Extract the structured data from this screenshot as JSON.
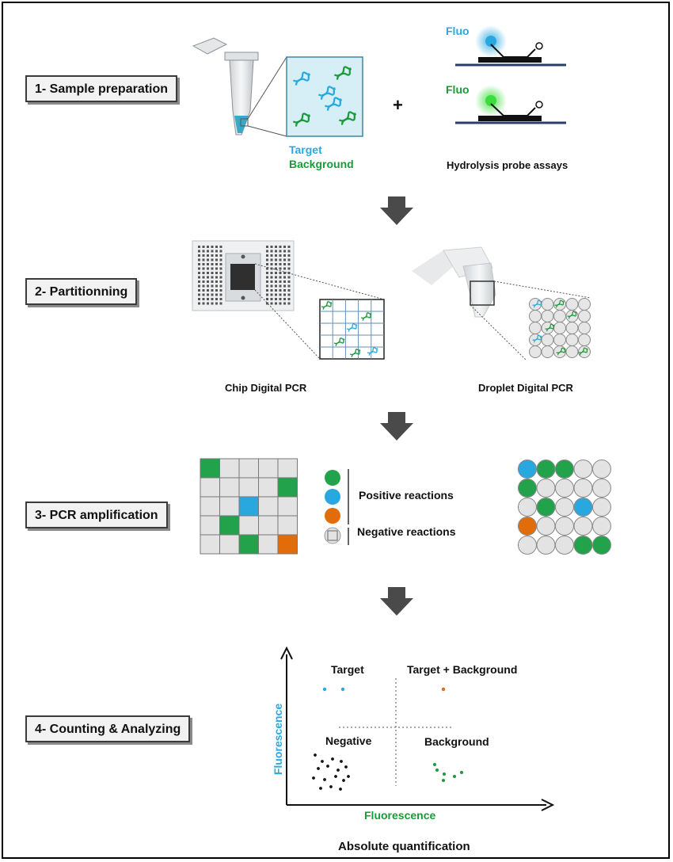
{
  "steps": [
    {
      "label": "1- Sample preparation"
    },
    {
      "label": "2- Partitionning"
    },
    {
      "label": "3- PCR amplification"
    },
    {
      "label": "4- Counting & Analyzing"
    }
  ],
  "sample": {
    "plus": "+",
    "target_label": "Target",
    "background_label": "Background",
    "fluo_label": "Fluo",
    "probe_caption": "Hydrolysis probe assays"
  },
  "partition": {
    "chip_caption": "Chip Digital PCR",
    "droplet_caption": "Droplet Digital PCR"
  },
  "amplification": {
    "positive_label": "Positive reactions",
    "negative_label": "Negative reactions"
  },
  "analysis": {
    "quadrant_target": "Target",
    "quadrant_target_background": "Target + Background",
    "quadrant_negative": "Negative",
    "quadrant_background": "Background",
    "x_axis": "Fluorescence",
    "y_axis": "Fluorescence",
    "caption": "Absolute quantification"
  },
  "colors": {
    "target": "#27aae1",
    "background": "#1a9a3a",
    "orange": "#e36c0a",
    "green_cell": "#22a24a",
    "blue_cell": "#29a8e0",
    "negative_cell": "#e3e3e3"
  }
}
